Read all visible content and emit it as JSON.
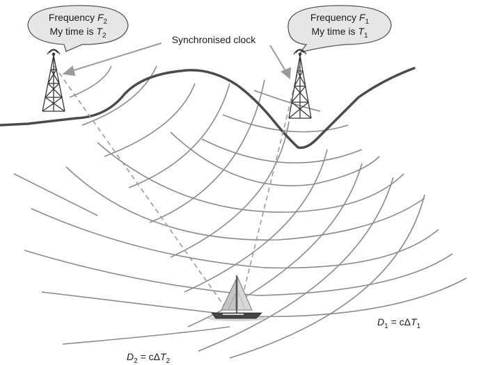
{
  "transmitters": [
    {
      "id": "tx2",
      "bubble_line1_prefix": "Frequency ",
      "bubble_line1_symbol": "F",
      "bubble_line1_sub": "2",
      "bubble_line2_prefix": "My time is ",
      "bubble_line2_symbol": "T",
      "bubble_line2_sub": "2"
    },
    {
      "id": "tx1",
      "bubble_line1_prefix": "Frequency ",
      "bubble_line1_symbol": "F",
      "bubble_line1_sub": "1",
      "bubble_line2_prefix": "My time is ",
      "bubble_line2_symbol": "T",
      "bubble_line2_sub": "1"
    }
  ],
  "clock_label": "Synchronised clock",
  "distances": {
    "d1_symbol": "D",
    "d1_sub": "1",
    "d1_eq": " = cΔ",
    "d1_t_symbol": "T",
    "d1_t_sub": "1",
    "d2_symbol": "D",
    "d2_sub": "2",
    "d2_eq": " = cΔ",
    "d2_t_symbol": "T",
    "d2_t_sub": "2"
  },
  "colors": {
    "wavefront": "#8a8a8a",
    "coastline": "#4a4a4a",
    "dashed": "#9a9a9a",
    "bubble_fill": "#e6e6e6",
    "bubble_stroke": "#555555",
    "tower": "#333333"
  },
  "icons": [
    "radio-tower-icon",
    "radio-tower-icon",
    "sailboat-icon"
  ]
}
